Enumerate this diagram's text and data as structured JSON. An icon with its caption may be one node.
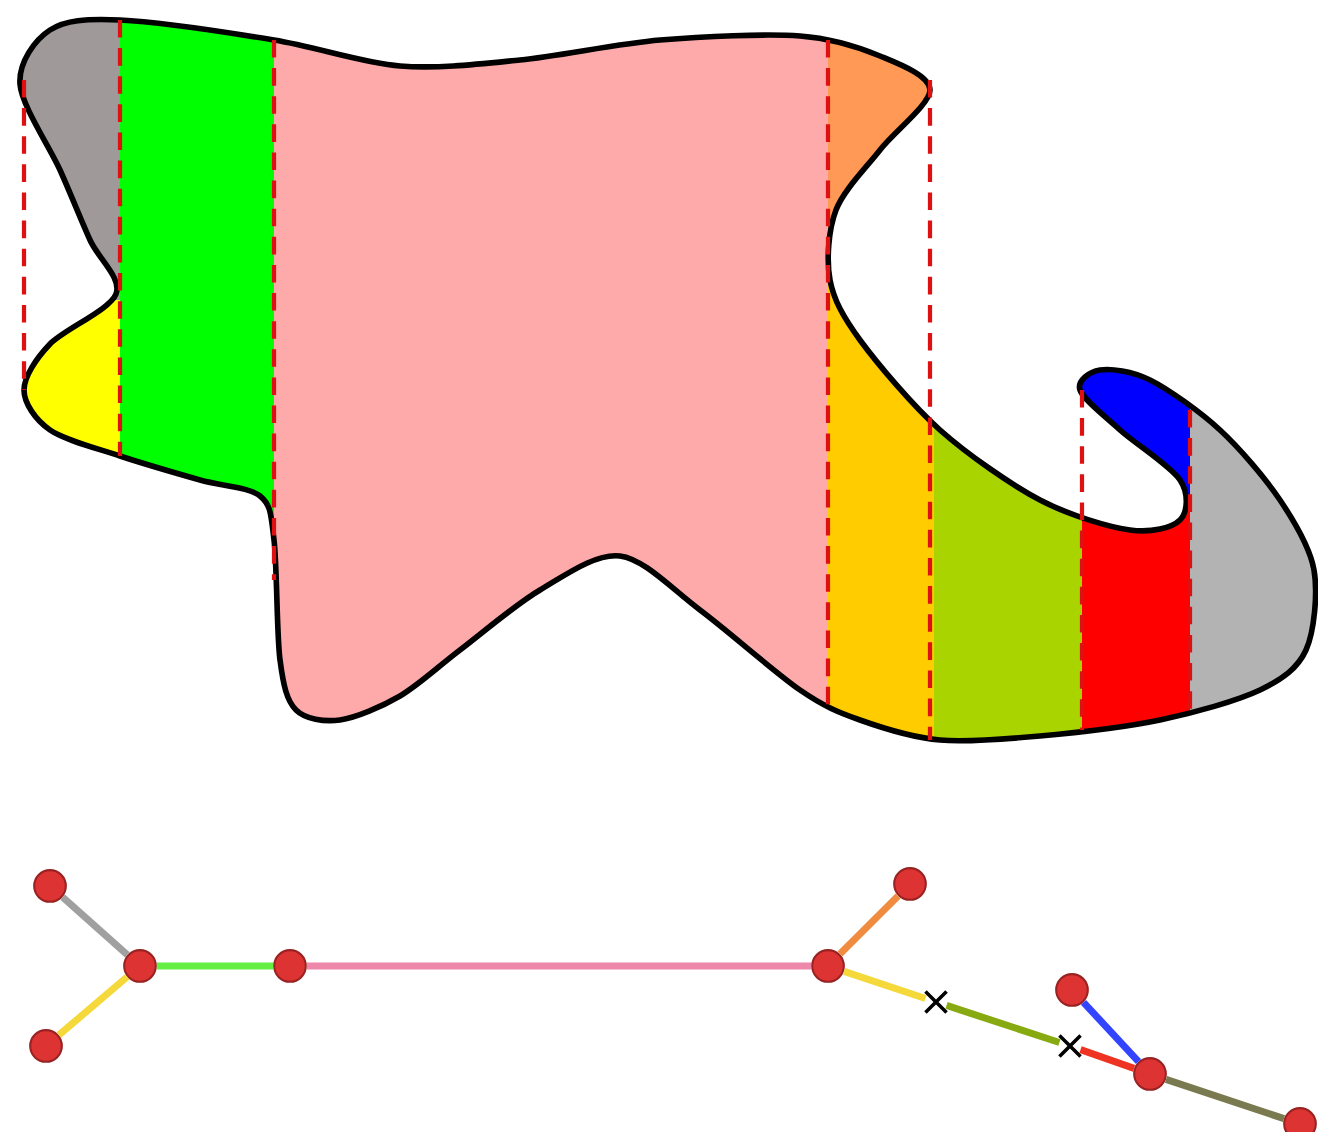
{
  "diagram": {
    "nodes": [
      {
        "text": [],
        "shape": "circle"
      },
      {
        "text": [],
        "shape": "circle"
      },
      {
        "text": [],
        "shape": "circle"
      },
      {
        "text": [],
        "shape": "circle"
      },
      {
        "text": [],
        "shape": "circle"
      },
      {
        "text": [],
        "shape": "circle"
      },
      {
        "text": [],
        "shape": "cross"
      },
      {
        "text": [],
        "shape": "circle"
      },
      {
        "text": [],
        "shape": "cross"
      },
      {
        "text": [],
        "shape": "circle"
      },
      {
        "text": [],
        "shape": "circle"
      }
    ],
    "edges": [
      {
        "from": 0,
        "to": 2,
        "arrow": "none",
        "color": "#a0a0a0"
      },
      {
        "from": 1,
        "to": 2,
        "arrow": "none",
        "color": "#f5d83a"
      },
      {
        "from": 2,
        "to": 3,
        "arrow": "none",
        "color": "#66ee44"
      },
      {
        "from": 3,
        "to": 4,
        "arrow": "none",
        "color": "#ee88aa"
      },
      {
        "from": 4,
        "to": 5,
        "arrow": "none",
        "color": "#f08c40"
      },
      {
        "from": 4,
        "to": 6,
        "arrow": "none",
        "color": "#f5d83a"
      },
      {
        "from": 6,
        "to": 8,
        "arrow": "none",
        "color": "#88aa11"
      },
      {
        "from": 8,
        "to": 9,
        "arrow": "none",
        "color": "#ee3322"
      },
      {
        "from": 7,
        "to": 9,
        "arrow": "none",
        "color": "#3344ff"
      },
      {
        "from": 9,
        "to": 10,
        "arrow": "none",
        "color": "#7a7a50"
      }
    ]
  }
}
